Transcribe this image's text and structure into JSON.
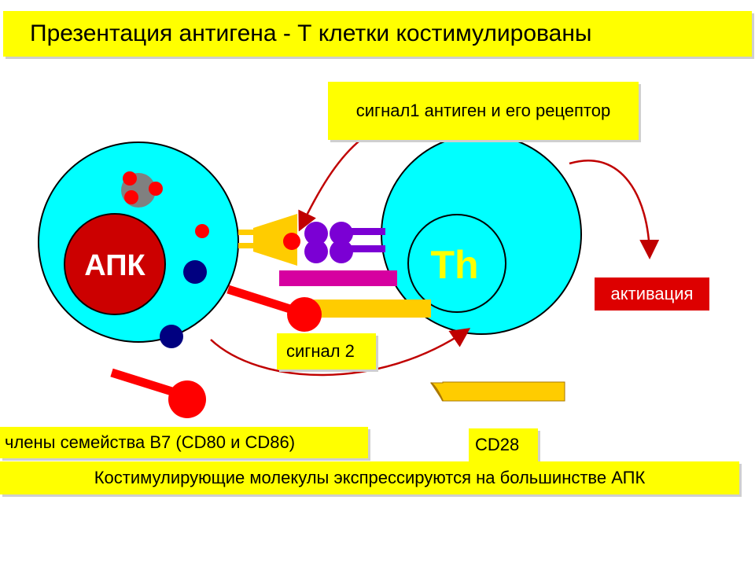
{
  "title": "Презентация антигена - Т клетки костимулированы",
  "labels": {
    "apc": "АПК",
    "th": "Th",
    "signal1": "сигнал1 антиген и его рецептор",
    "signal2": "сигнал 2",
    "activation": "активация",
    "b7_family": "члены семейства В7 (CD80 и CD86)",
    "cd28": "CD28",
    "bottom_note": "Костимулирующие молекулы экспрессируются на большинстве АПК"
  },
  "colors": {
    "title_bg": "#ffff00",
    "cell_cyan": "#00ffff",
    "apc_nucleus": "#cc0000",
    "th_text": "#ffff00",
    "receptor_purple": "#7b00d4",
    "mhc_gold": "#ffcc00",
    "magenta_bar": "#d600a0",
    "b7_red": "#ff0000",
    "arrow_red": "#c00000",
    "navy_dot": "#000080",
    "activation_bg": "#dd0000"
  }
}
